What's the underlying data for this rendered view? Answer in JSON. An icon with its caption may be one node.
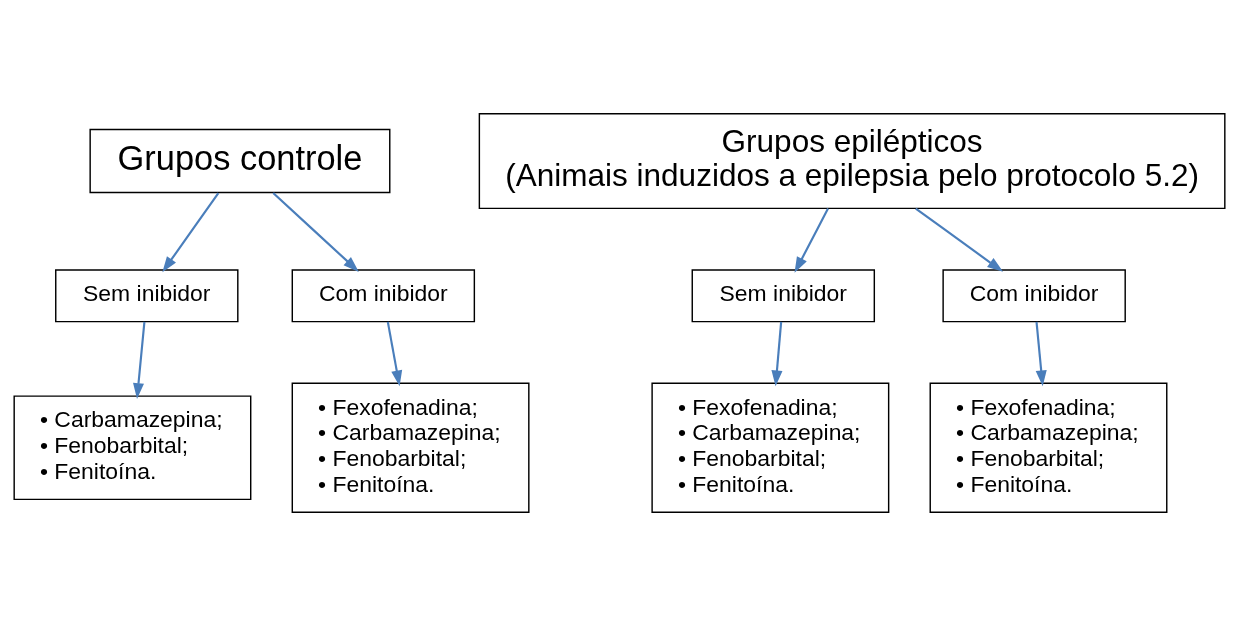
{
  "diagram": {
    "nodes": [
      {
        "text": [
          "Grupos controle"
        ]
      },
      {
        "text": [
          "Grupos epilépticos",
          "(Animais induzidos a epilepsia pelo protocolo 5.2)"
        ]
      },
      {
        "text": [
          "Sem inibidor"
        ]
      },
      {
        "text": [
          "Com inibidor"
        ]
      },
      {
        "text": [
          "Sem inibidor"
        ]
      },
      {
        "text": [
          "Com inibidor"
        ]
      },
      {
        "text": [
          "• Carbamazepina;",
          "• Fenobarbital;",
          "• Fenitoína."
        ]
      },
      {
        "text": [
          "• Fexofenadina;",
          "• Carbamazepina;",
          "• Fenobarbital;",
          "• Fenitoína."
        ]
      },
      {
        "text": [
          "• Fexofenadina;",
          "• Carbamazepina;",
          "• Fenobarbital;",
          "• Fenitoína."
        ]
      },
      {
        "text": [
          "• Fexofenadina;",
          "• Carbamazepina;",
          "• Fenobarbital;",
          "• Fenitoína."
        ]
      }
    ],
    "edges": [
      {
        "from": 0,
        "to": 2,
        "arrow": "to"
      },
      {
        "from": 0,
        "to": 3,
        "arrow": "to"
      },
      {
        "from": 1,
        "to": 4,
        "arrow": "to"
      },
      {
        "from": 1,
        "to": 5,
        "arrow": "to"
      },
      {
        "from": 2,
        "to": 6,
        "arrow": "to"
      },
      {
        "from": 3,
        "to": 7,
        "arrow": "to"
      },
      {
        "from": 4,
        "to": 8,
        "arrow": "to"
      },
      {
        "from": 5,
        "to": 9,
        "arrow": "to"
      }
    ]
  }
}
